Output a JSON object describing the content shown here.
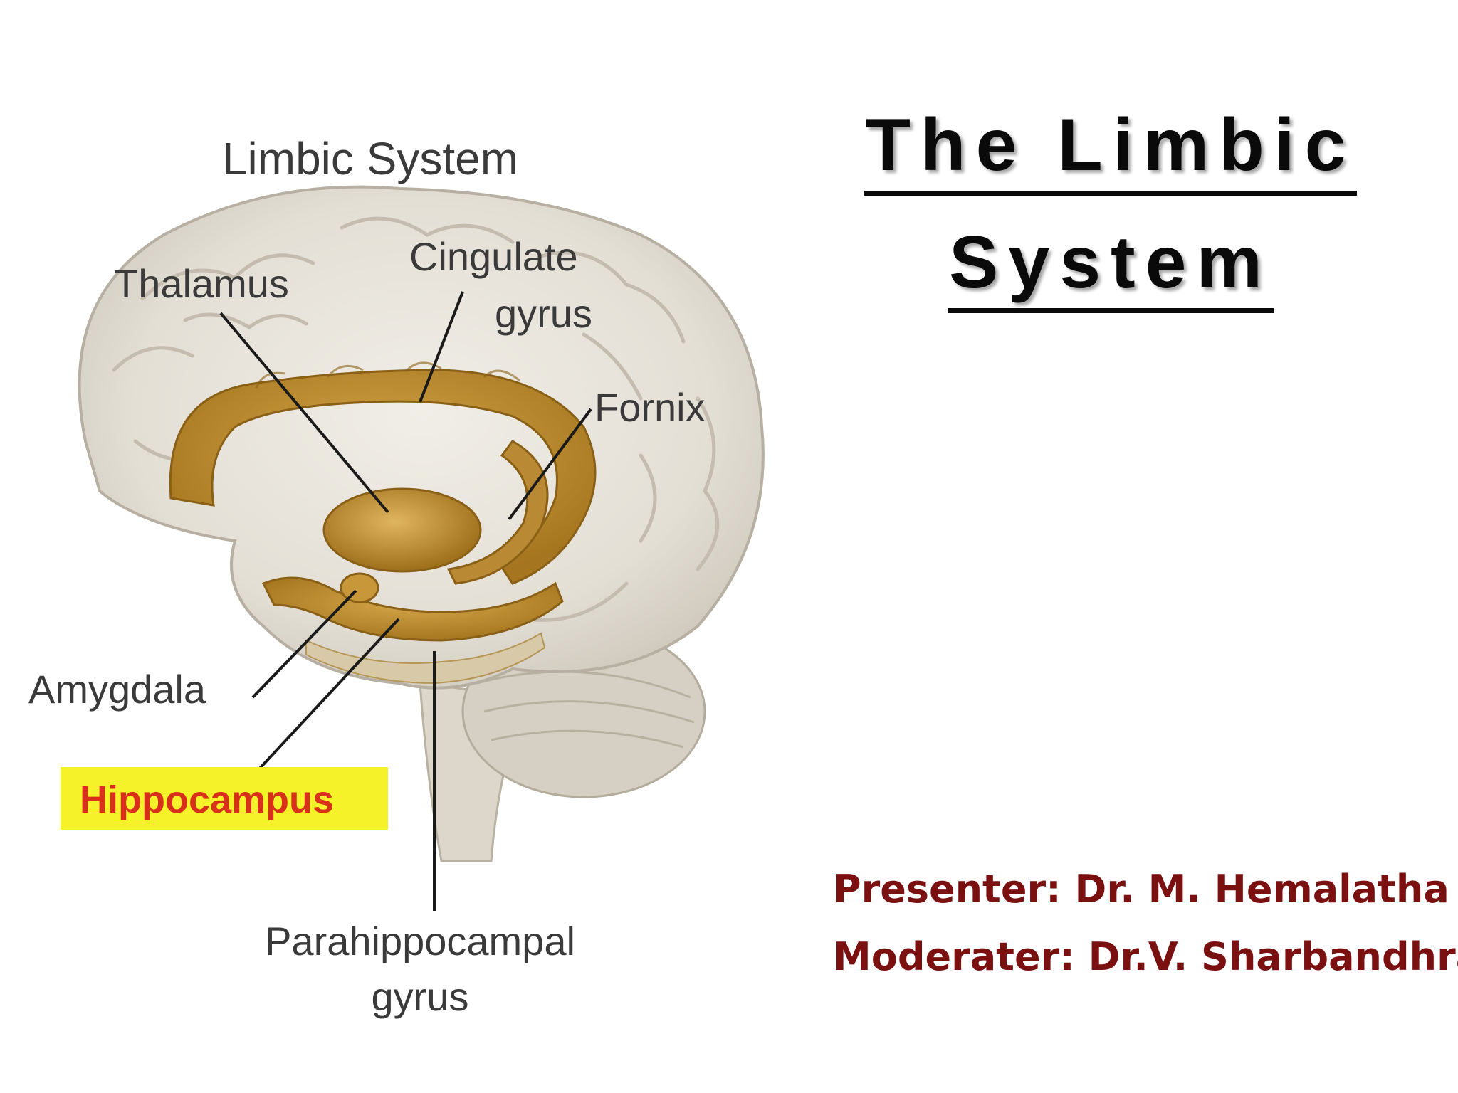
{
  "slide": {
    "title_line1": "The Limbic",
    "title_line2": "System",
    "presenter": "Presenter: Dr. M. Hemalatha",
    "moderator": "Moderater: Dr.V. Sharbandhraj"
  },
  "figure": {
    "heading": "Limbic System",
    "labels": {
      "thalamus": "Thalamus",
      "cingulate_1": "Cingulate",
      "cingulate_2": "gyrus",
      "fornix": "Fornix",
      "amygdala": "Amygdala",
      "hippocampus": "Hippocampus",
      "parahippocampal_1": "Parahippocampal",
      "parahippocampal_2": "gyrus"
    },
    "colors": {
      "brain": "#e7e3da",
      "limbic": "#b8892e",
      "highlight": "#f5f22a",
      "hippocampus_text": "#d9301c",
      "presenter_text": "#7a1010"
    }
  }
}
